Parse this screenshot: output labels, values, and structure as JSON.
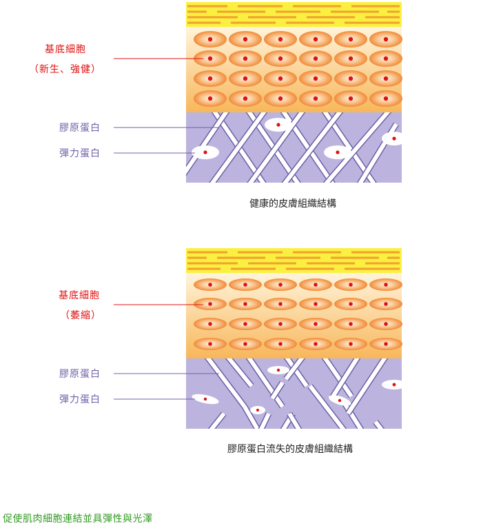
{
  "healthy": {
    "label_basal": "基底細胞",
    "label_basal_sub": "（新生、強健）",
    "label_collagen": "膠原蛋白",
    "label_elastin": "彈力蛋白",
    "caption": "健康的皮膚組織結構"
  },
  "damaged": {
    "label_basal": "基底細胞",
    "label_basal_sub": "（萎縮）",
    "label_collagen": "膠原蛋白",
    "label_elastin": "彈力蛋白",
    "caption": "膠原蛋白流失的皮膚組織結構"
  },
  "tagline": "促使肌肉細胞連結並具彈性與光澤",
  "colors": {
    "label_red": "#e01010",
    "label_purple": "#7060a8",
    "tagline_green": "#2e9a1e",
    "stratum_yellow": "#fbf040",
    "stratum_stripe": "#f0a030",
    "cell_orange": "#f29a4a",
    "nucleus_red": "#e01010",
    "dermis_purple": "#bcb4de"
  }
}
